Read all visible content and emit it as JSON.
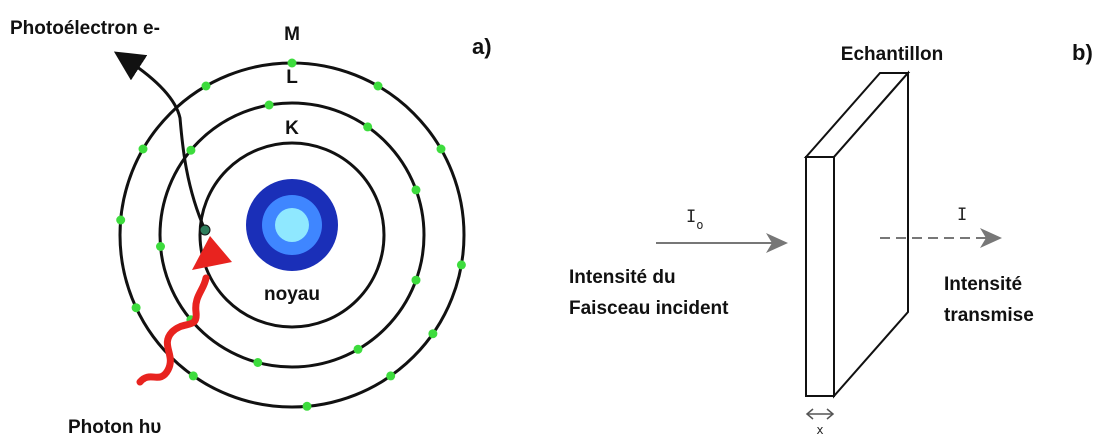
{
  "panel_a": {
    "tag": "a)",
    "photoelectron_label": "Photoélectron e-",
    "shell_m": "M",
    "shell_l": "L",
    "shell_k": "K",
    "nucleus_label": "noyau",
    "photon_label": "Photon hυ"
  },
  "panel_b": {
    "tag": "b)",
    "sample_label": "Echantillon",
    "incident_symbol_base": "I",
    "incident_symbol_sub": "o",
    "transmitted_symbol": "I",
    "incident_line1": "Intensité du",
    "incident_line2": "Faisceau incident",
    "transmitted_line1": "Intensité",
    "transmitted_line2": "transmise",
    "thickness_symbol": "x"
  },
  "colors": {
    "electron": "#3ddc3d",
    "photon": "#e8231f",
    "nucleus_outer": "#1a2fb8",
    "nucleus_mid": "#3f86ff",
    "nucleus_inner": "#8fe8ff",
    "arrow_gray": "#777777"
  }
}
